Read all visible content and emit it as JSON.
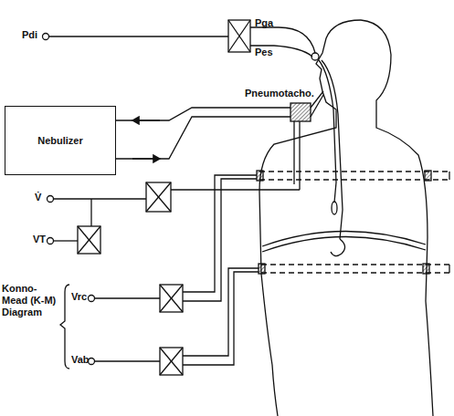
{
  "diagram": {
    "nodes": [
      {
        "text": [
          "Nebulizer"
        ]
      }
    ],
    "labels": [
      "Pdi",
      "Pga",
      "Pes",
      "Pneumotacho.",
      "V̇",
      "VT",
      "Konno-Mead (K-M) Diagram",
      "Vrc",
      "Vab"
    ]
  }
}
